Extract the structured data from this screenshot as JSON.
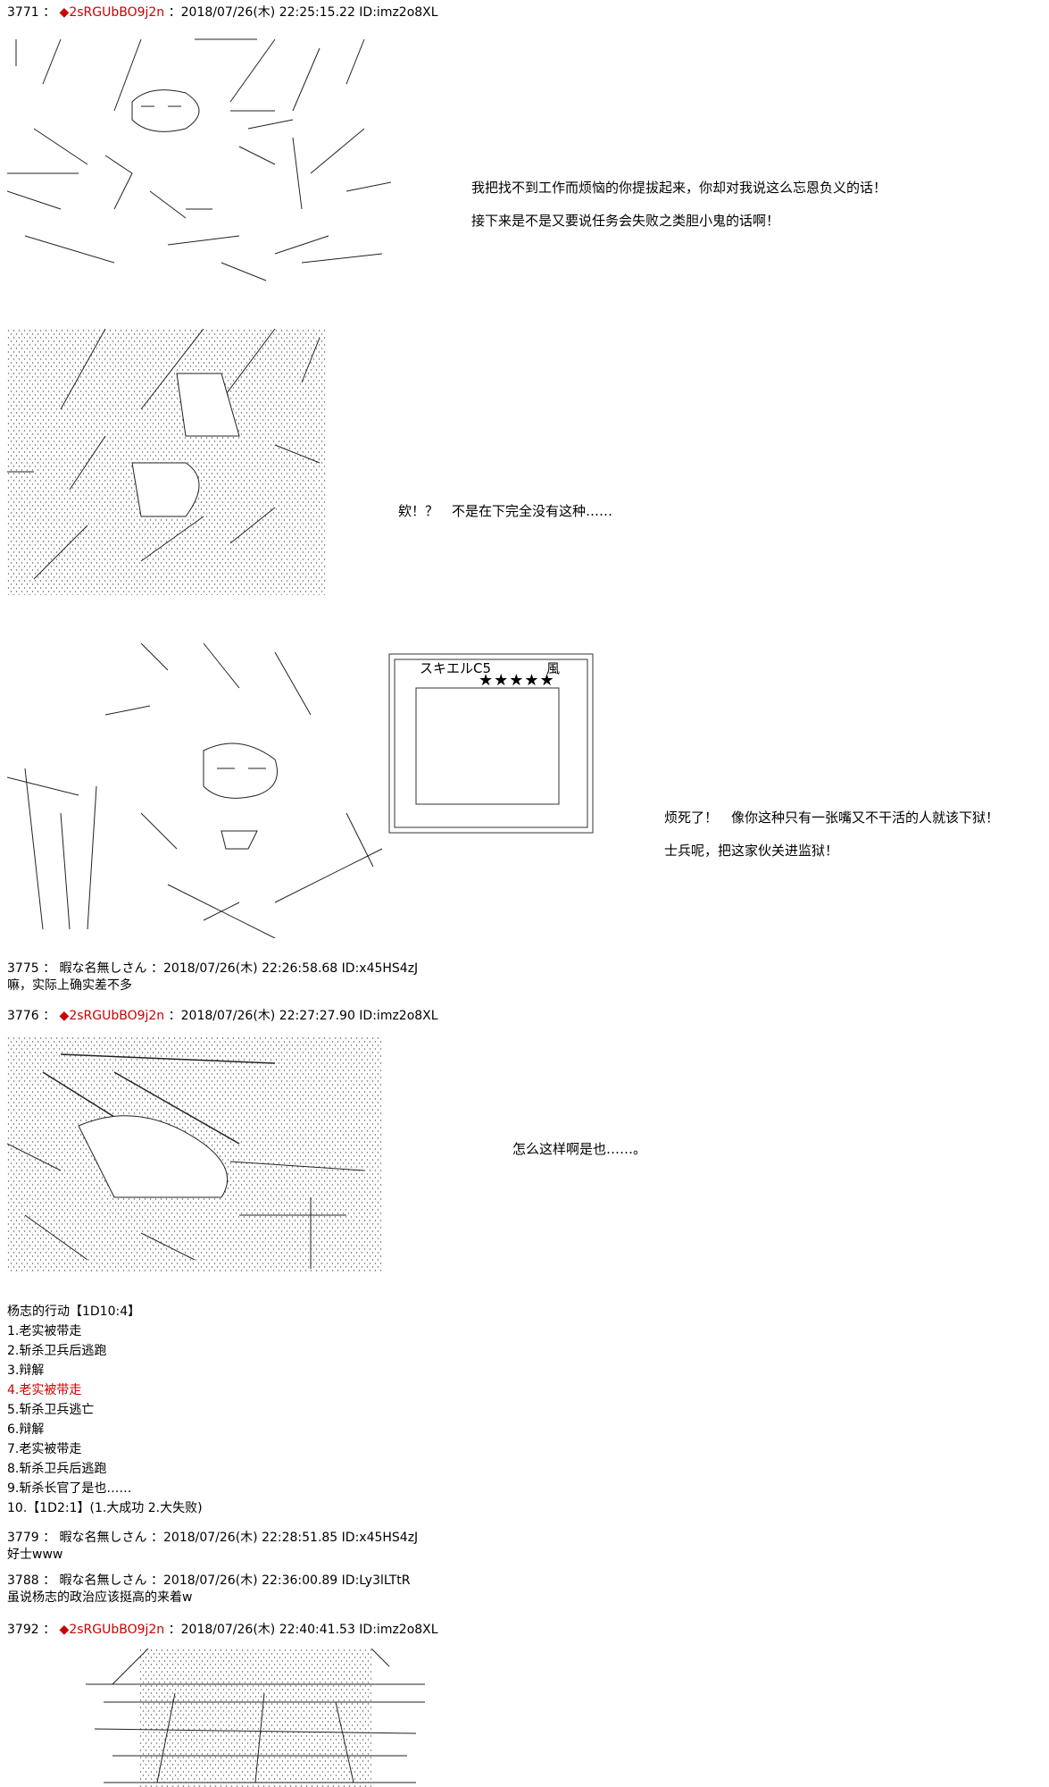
{
  "posts": [
    {
      "id": "p3771",
      "number": "3771",
      "sep": "：",
      "trip": "◆2sRGUbBO9j2n",
      "meta": "：2018/07/26(木) 22:25:15.22 ID:imz2o8XL",
      "speech": [
        "我把找不到工作而烦恼的你提拔起来，你却对我说这么忘恩负义的话！",
        "接下来是不是又要说任务会失败之类胆小鬼的话啊！"
      ],
      "speech2": [
        "欸！？　不是在下完全没有这种……"
      ],
      "speech3": [
        "烦死了！　像你这种只有一张嘴又不干活的人就该下狱！",
        "士兵呢，把这家伙关进监狱！"
      ],
      "skill_label": "スキエルC5",
      "skill_stars": "★★★★★",
      "skill_wind": "風"
    },
    {
      "id": "p3775",
      "number": "3775",
      "sep": "：",
      "name": "暇な名無しさん",
      "meta": "：2018/07/26(木) 22:26:58.68 ID:x45HS4zJ",
      "body": "嘛，实际上确实差不多"
    },
    {
      "id": "p3776",
      "number": "3776",
      "sep": "：",
      "trip": "◆2sRGUbBO9j2n",
      "meta": "：2018/07/26(木) 22:27:27.90 ID:imz2o8XL",
      "speech": [
        "怎么这样啊是也……。"
      ],
      "list_title": "杨志的行动【1D10:4】",
      "list": [
        {
          "text": "1.老实被带走",
          "highlight": false
        },
        {
          "text": "2.斩杀卫兵后逃跑",
          "highlight": false
        },
        {
          "text": "3.辩解",
          "highlight": false
        },
        {
          "text": "4.老实被带走",
          "highlight": true
        },
        {
          "text": "5.斩杀卫兵逃亡",
          "highlight": false
        },
        {
          "text": "6.辩解",
          "highlight": false
        },
        {
          "text": "7.老实被带走",
          "highlight": false
        },
        {
          "text": "8.斩杀卫兵后逃跑",
          "highlight": false
        },
        {
          "text": "9.斩杀长官了是也……",
          "highlight": false
        },
        {
          "text": "10.【1D2:1】(1.大成功  2.大失败)",
          "highlight": false
        }
      ]
    },
    {
      "id": "p3779",
      "number": "3779",
      "sep": "：",
      "name": "暇な名無しさん",
      "meta": "：2018/07/26(木) 22:28:51.85 ID:x45HS4zJ",
      "body": "好士www"
    },
    {
      "id": "p3788",
      "number": "3788",
      "sep": "：",
      "name": "暇な名無しさん",
      "meta": "：2018/07/26(木) 22:36:00.89 ID:Ly3lLTtR",
      "body": "虽说杨志的政治应该挺高的来着w"
    },
    {
      "id": "p3792",
      "number": "3792",
      "sep": "：",
      "trip": "◆2sRGUbBO9j2n",
      "meta": "：2018/07/26(木) 22:40:41.53 ID:imz2o8XL"
    }
  ],
  "colors": {
    "trip": "#cc0000",
    "highlight": "#cc0000",
    "text": "#000000",
    "background": "#ffffff"
  }
}
